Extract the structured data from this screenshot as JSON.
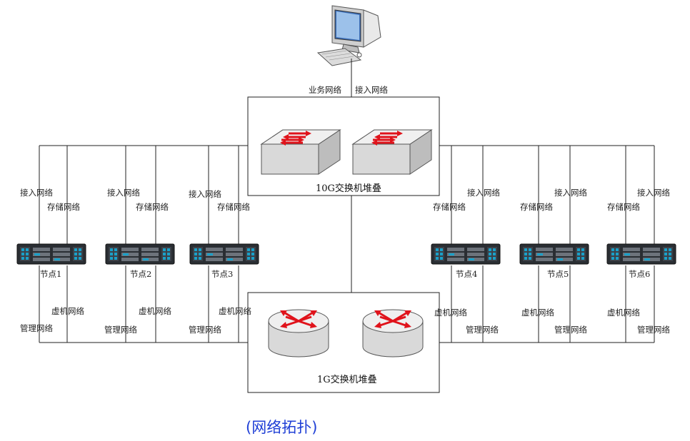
{
  "workstation": {
    "labels": [
      "业务网络",
      "接入网络"
    ]
  },
  "switch_10g": {
    "title": "10G交换机堆叠"
  },
  "switch_1g": {
    "title": "1G交换机堆叠"
  },
  "nodes": [
    {
      "name": "节点1",
      "upper": [
        "接入网络",
        "存储网络"
      ],
      "lower": [
        "虚机网络",
        "管理网络"
      ]
    },
    {
      "name": "节点2",
      "upper": [
        "接入网络",
        "存储网络"
      ],
      "lower": [
        "虚机网络",
        "管理网络"
      ]
    },
    {
      "name": "节点3",
      "upper": [
        "接入网络",
        "存储网络"
      ],
      "lower": [
        "虚机网络",
        "管理网络"
      ]
    },
    {
      "name": "节点4",
      "upper": [
        "接入网络",
        "存储网络"
      ],
      "lower": [
        "虚机网络",
        "管理网络"
      ]
    },
    {
      "name": "节点5",
      "upper": [
        "接入网络",
        "存储网络"
      ],
      "lower": [
        "虚机网络",
        "管理网络"
      ]
    },
    {
      "name": "节点6",
      "upper": [
        "接入网络",
        "存储网络"
      ],
      "lower": [
        "虚机网络",
        "管理网络"
      ]
    }
  ],
  "caption": "(网络拓扑)",
  "colors": {
    "arrow": "#e0131b",
    "caption": "#1f3fd6",
    "server_body": "#2a2e33",
    "server_accent": "#1aa0c8"
  },
  "icons": [
    "computer-icon",
    "switch-icon",
    "router-icon",
    "server-icon"
  ]
}
